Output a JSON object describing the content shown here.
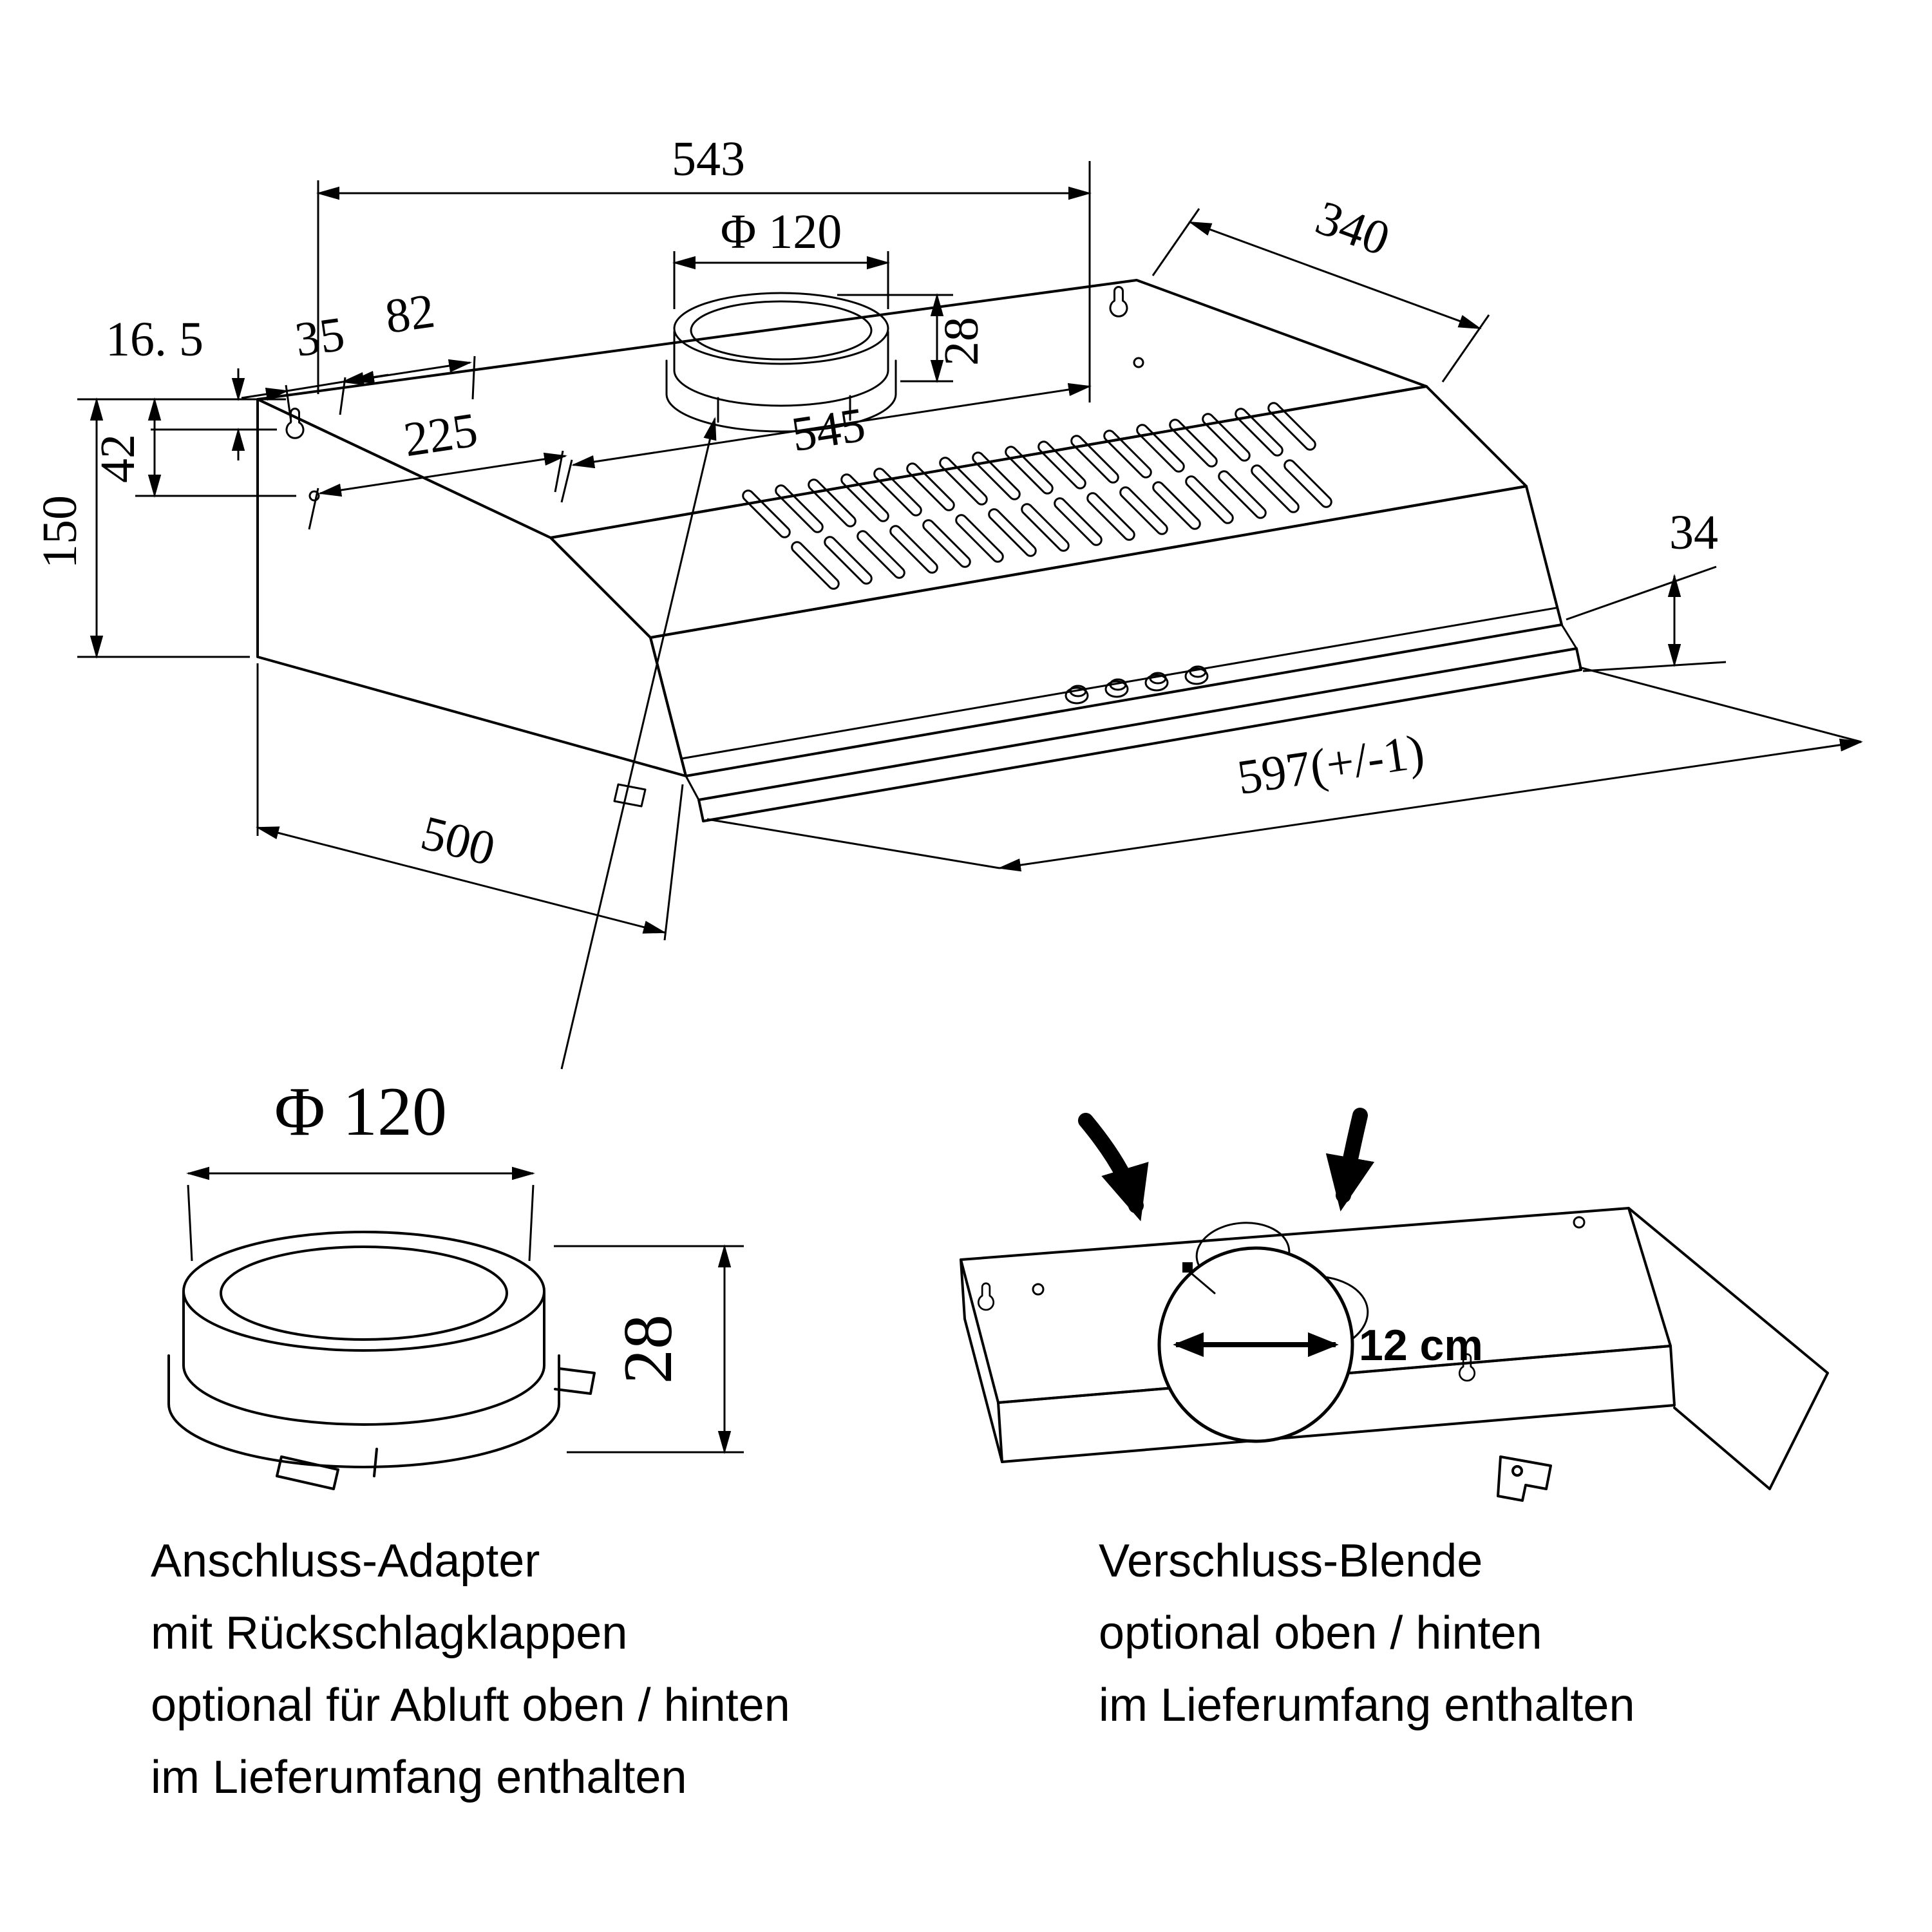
{
  "main_view": {
    "dims": {
      "top_width": "543",
      "adapter_diameter": "Φ 120",
      "top_depth": "340",
      "keyhole_offset": "16. 5",
      "edge_to_keyhole": "35",
      "keyhole_to_vent": "82",
      "adapter_height": "28",
      "edge_to_adapter": "225",
      "body_width": "545",
      "hole_offset": "42",
      "rear_height": "150",
      "visor_gap": "34",
      "front_width": "597(+/-1)",
      "body_depth": "500"
    }
  },
  "adapter_detail": {
    "diameter": "Φ 120",
    "height": "28"
  },
  "blende_detail": {
    "hole_diameter": "12 cm"
  },
  "captions": {
    "left": {
      "line1": "Anschluss-Adapter",
      "line2": "mit Rückschlagklappen",
      "line3": "optional für Abluft oben / hinten",
      "line4": "im Lieferumfang enthalten"
    },
    "right": {
      "line1": "Verschluss-Blende",
      "line2": "optional oben / hinten",
      "line3": "im Lieferumfang enthalten"
    }
  }
}
